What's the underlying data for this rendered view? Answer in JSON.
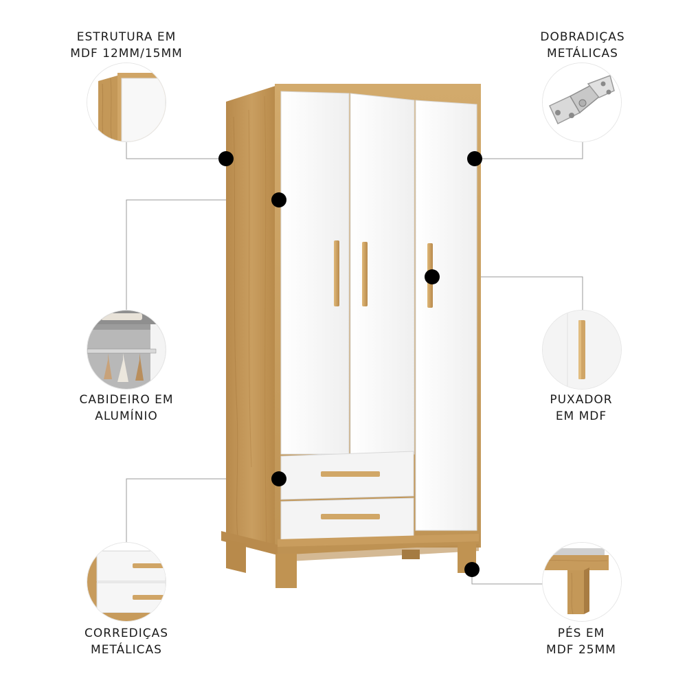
{
  "features": {
    "structure": {
      "line1": "ESTRUTURA EM",
      "line2": "MDF 12MM/15MM"
    },
    "hinges": {
      "line1": "DOBRADIÇAS",
      "line2": "METÁLICAS"
    },
    "hanger": {
      "line1": "CABIDEIRO EM",
      "line2": "ALUMÍNIO"
    },
    "handle": {
      "line1": "PUXADOR",
      "line2": "EM MDF"
    },
    "slides": {
      "line1": "CORREDIÇAS",
      "line2": "METÁLICAS"
    },
    "feet": {
      "line1": "PÉS EM",
      "line2": "MDF 25MM"
    }
  },
  "colors": {
    "wood": "#c9a064",
    "wood_dark": "#a97f45",
    "door_white": "#f7f7f7",
    "dot": "#000000",
    "leader_line": "#9a9a9a"
  },
  "icons": {
    "structure": "mdf-corner-detail",
    "hinges": "metal-hinge",
    "hanger": "aluminium-hanger-rail",
    "handle": "wooden-bar-handle",
    "slides": "drawer-slides-detail",
    "feet": "wooden-foot-detail"
  }
}
